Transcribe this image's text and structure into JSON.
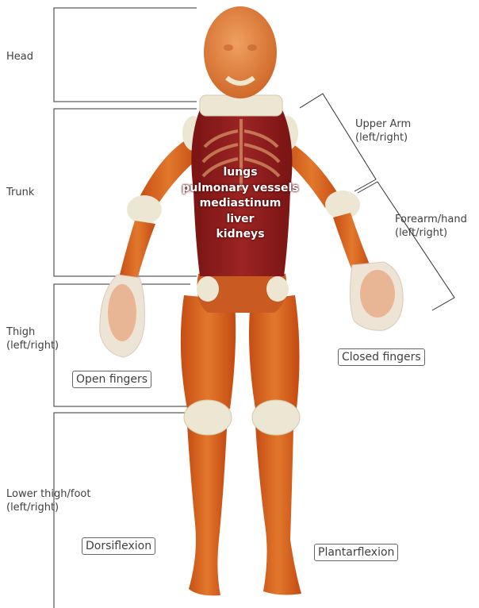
{
  "regions": {
    "head": "Head",
    "trunk": "Trunk",
    "thigh": "Thigh\n(left/right)",
    "lower": "Lower thigh/foot\n(left/right)",
    "upper_arm": "Upper Arm\n(left/right)",
    "forearm": "Forearm/hand\n(left/right)"
  },
  "organs": [
    "lungs",
    "pulmonary vessels",
    "mediastinum",
    "liver",
    "kidneys"
  ],
  "callouts": {
    "open_fingers": "Open fingers",
    "closed_fingers": "Closed fingers",
    "dorsiflexion": "Dorsiflexion",
    "plantarflexion": "Plantarflexion"
  },
  "colors": {
    "skin": "#d8641e",
    "trunk": "#8b1a1a",
    "joint": "#ece6d2",
    "line": "#333333"
  }
}
